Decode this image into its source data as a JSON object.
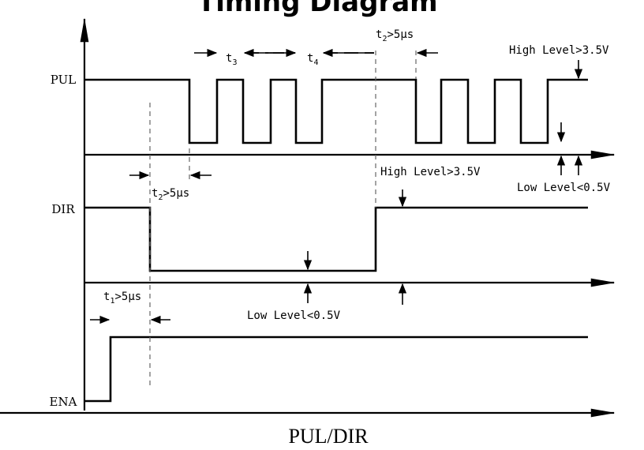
{
  "header": {
    "title": "Timing Diagram"
  },
  "signals": {
    "pul": "PUL",
    "dir": "DIR",
    "ena": "ENA"
  },
  "annotations": {
    "t3": "t",
    "t3_sub": "3",
    "t4": "t",
    "t4_sub": "4",
    "t2_top": "t",
    "t2_top_sub": "2",
    "t2_top_val": ">5μs",
    "t2_left": "t",
    "t2_left_sub": "2",
    "t2_left_val": ">5μs",
    "t1": "t",
    "t1_sub": "1",
    "t1_val": ">5μs",
    "pul_high": "High Level>3.5V",
    "pul_low": "Low Level<0.5V",
    "dir_high": "High Level>3.5V",
    "dir_low": "Low Level<0.5V"
  },
  "footer": {
    "caption": "PUL/DIR"
  },
  "colors": {
    "stroke": "#000000",
    "dashed_guide": "#666666",
    "background": "#ffffff"
  }
}
